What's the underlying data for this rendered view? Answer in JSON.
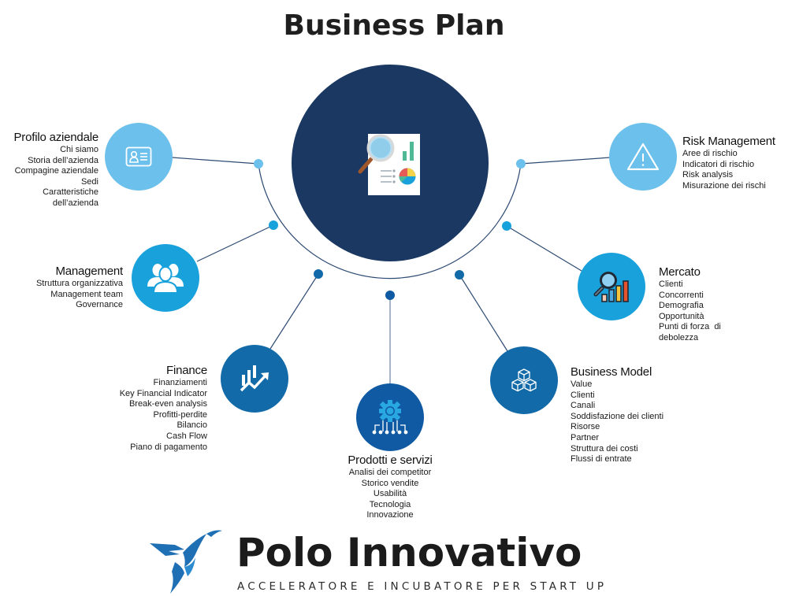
{
  "title": "Business Plan",
  "colors": {
    "center": "#1b3862",
    "light_blue": "#6cc0ec",
    "mid_blue": "#19a1dc",
    "dark_blue": "#136aa8",
    "deep_blue": "#0f5aa3",
    "line": "#2d4a73"
  },
  "center_node": {
    "icon": "report-magnifier-icon"
  },
  "sections": [
    {
      "id": "profilo",
      "heading": "Profilo aziendale",
      "icon": "id-card-icon",
      "items": [
        "Chi siamo",
        "Storia dell’azienda",
        "Compagine aziendale",
        "Sedi",
        "Caratteristiche",
        "dell’azienda"
      ]
    },
    {
      "id": "management",
      "heading": "Management",
      "icon": "users-icon",
      "items": [
        "Struttura organizzativa",
        "Management team",
        "Governance"
      ]
    },
    {
      "id": "finance",
      "heading": "Finance",
      "icon": "growth-chart-icon",
      "items": [
        "Finanziamenti",
        "Key Financial Indicator",
        "Break-even analysis",
        "Profitti-perdite",
        "Bilancio",
        "Cash Flow",
        "Piano di pagamento"
      ]
    },
    {
      "id": "prodotti",
      "heading": "Prodotti e servizi",
      "icon": "gear-circuit-icon",
      "items": [
        "Analisi dei competitor",
        "Storico vendite",
        "Usabilità",
        "Tecnologia",
        "Innovazione"
      ]
    },
    {
      "id": "business_model",
      "heading": "Business Model",
      "icon": "cubes-icon",
      "items": [
        "Value",
        "Clienti",
        "Canali",
        "Soddisfazione dei clienti",
        "Risorse",
        "Partner",
        "Struttura dei costi",
        "Flussi di entrate"
      ]
    },
    {
      "id": "mercato",
      "heading": "Mercato",
      "icon": "market-analysis-icon",
      "items": [
        "Clienti",
        "Concorrenti",
        "Demografia",
        "Opportunità",
        "Punti di forza  di",
        "debolezza"
      ]
    },
    {
      "id": "risk",
      "heading": "Risk Management",
      "icon": "warning-icon",
      "items": [
        "Aree di rischio",
        "Indicatori di rischio",
        "Risk analysis",
        "Misurazione dei rischi"
      ]
    }
  ],
  "logo": {
    "name": "Polo Innovativo",
    "tagline": "ACCELERATORE E INCUBATORE PER START UP",
    "icon": "hummingbird-icon"
  }
}
